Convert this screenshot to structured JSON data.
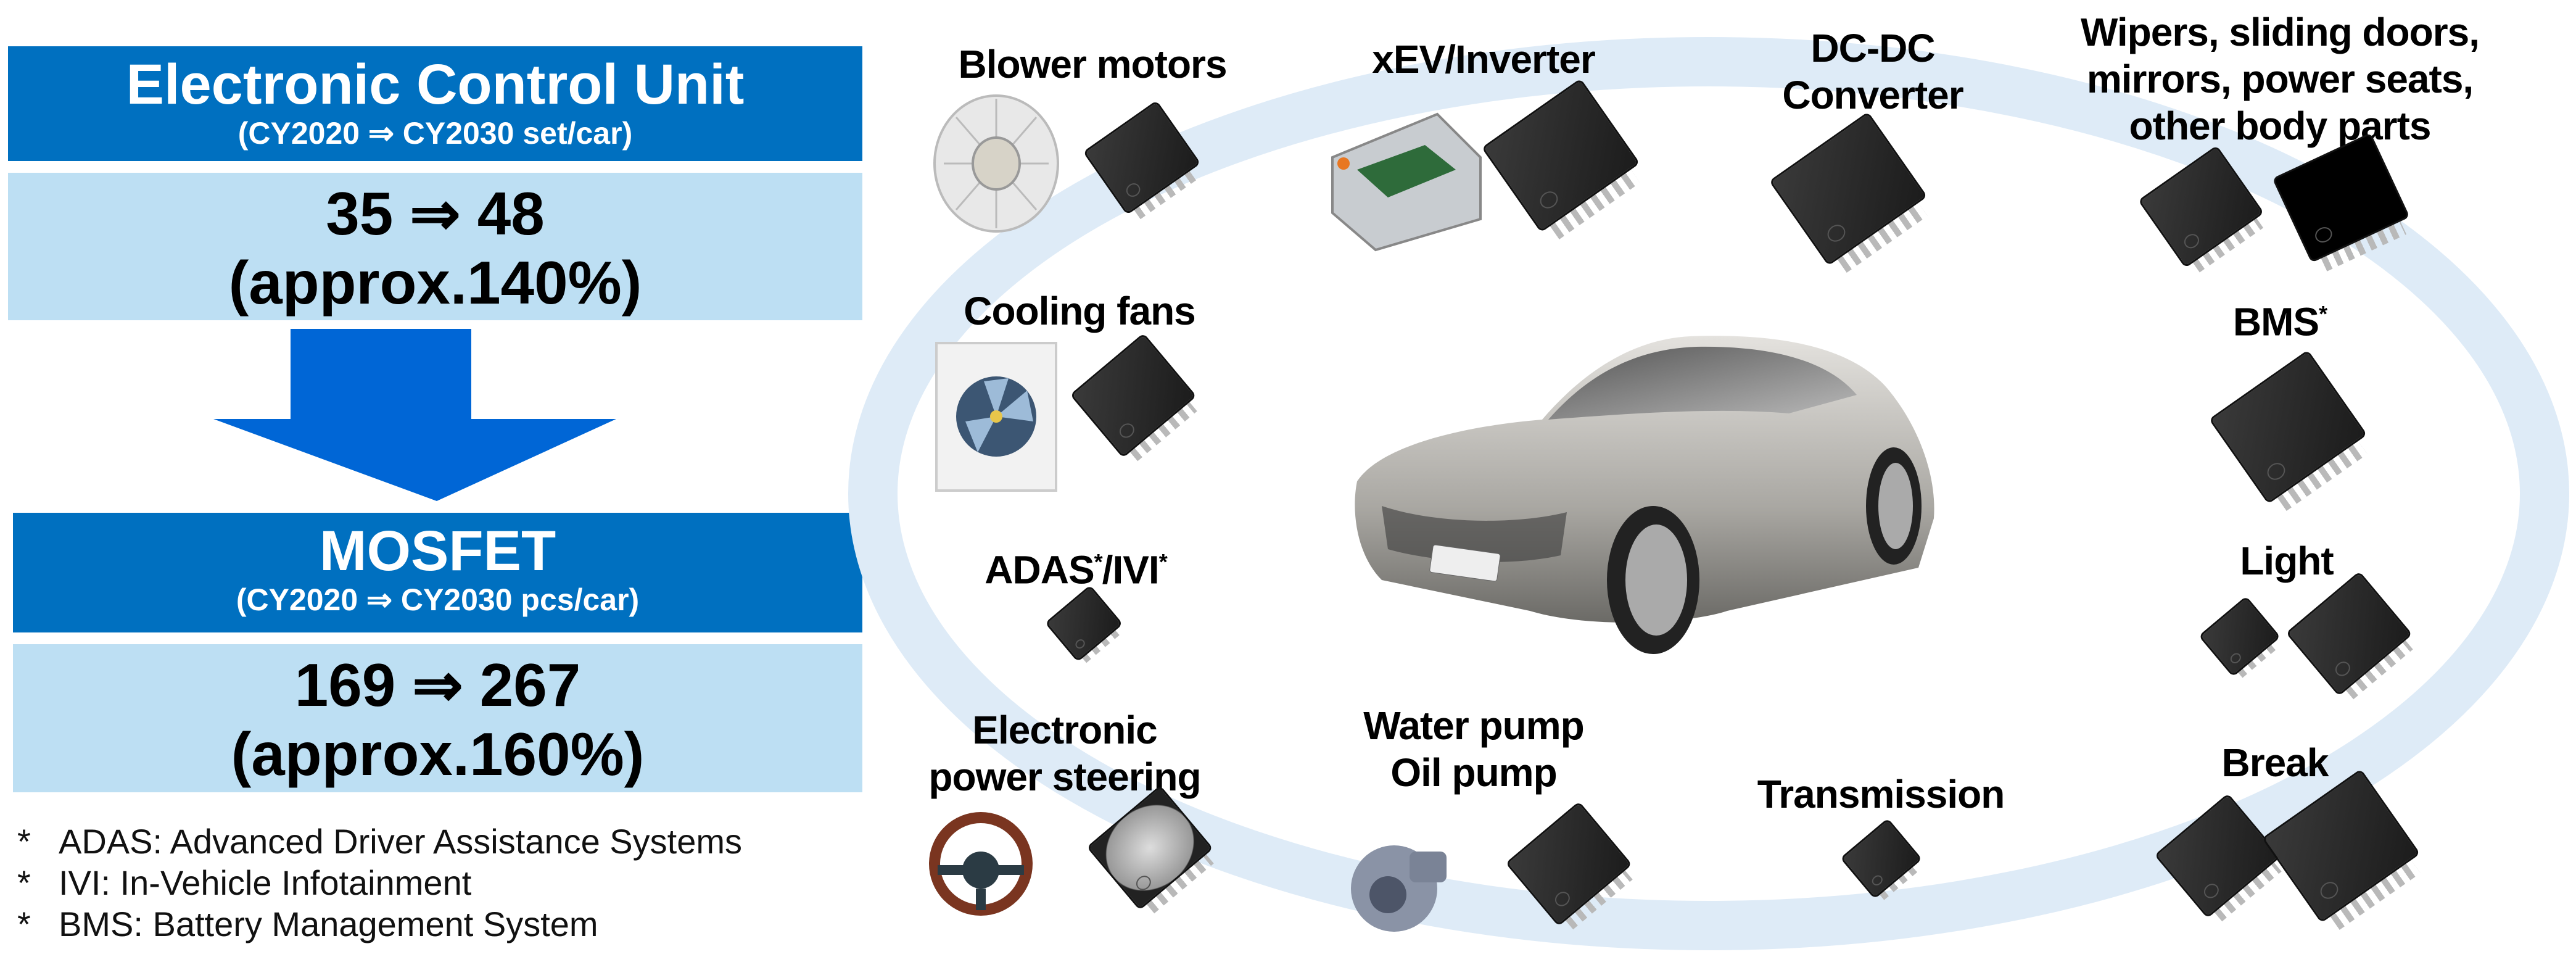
{
  "ecu": {
    "title": "Electronic Control Unit",
    "subtitle": "(CY2020 ⇒ CY2030 set/car)",
    "value": "35 ⇒ 48",
    "percent": "(approx.140%)"
  },
  "mosfet": {
    "title": "MOSFET",
    "subtitle": "(CY2020 ⇒ CY2030 pcs/car)",
    "value": "169 ⇒ 267",
    "percent": "(approx.160%)"
  },
  "footnotes": [
    {
      "mark": "*",
      "text": "ADAS: Advanced Driver Assistance Systems"
    },
    {
      "mark": "*",
      "text": "IVI: In-Vehicle Infotainment"
    },
    {
      "mark": "*",
      "text": "BMS: Battery Management System"
    }
  ],
  "applications": {
    "blower": "Blower motors",
    "xev": "xEV/Inverter",
    "dcdc_1": "DC-DC",
    "dcdc_2": "Converter",
    "body_1": "Wipers, sliding doors,",
    "body_2": "mirrors, power seats,",
    "body_3": "other body parts",
    "cooling": "Cooling fans",
    "bms": "BMS",
    "adas": "ADAS",
    "ivi": "/IVI",
    "light": "Light",
    "eps_1": "Electronic",
    "eps_2": "power steering",
    "pump_1": "Water pump",
    "pump_2": "Oil pump",
    "transmission": "Transmission",
    "break": "Break",
    "asterisk": "*"
  },
  "colors": {
    "header": "#0070c0",
    "value_bg": "#bddff3",
    "arrow": "#0066d6",
    "ring": "#deebf7"
  }
}
